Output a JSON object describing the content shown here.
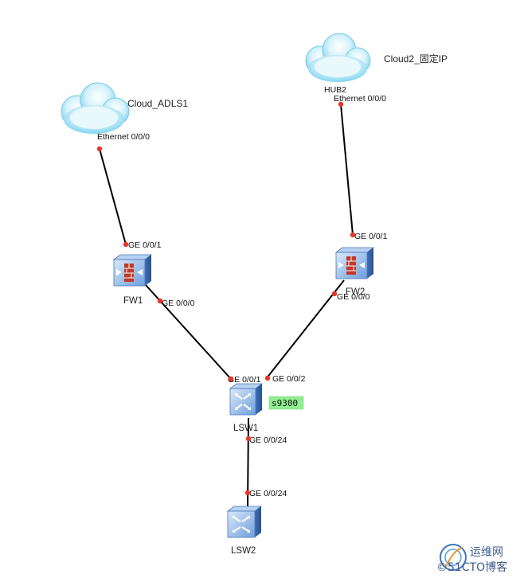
{
  "clouds": {
    "cloud1": {
      "label": "Cloud_ADLS1",
      "port": "Ethernet 0/0/0"
    },
    "cloud2": {
      "label": "Cloud2_固定IP",
      "hidden_label": "HUB2",
      "port": "Ethernet 0/0/0"
    }
  },
  "devices": {
    "fw1": {
      "label": "FW1",
      "port_up": "GE 0/0/1",
      "port_down": "GE 0/0/0"
    },
    "fw2": {
      "label": "FW2",
      "port_up": "GE 0/0/1",
      "port_down": "GE 0/0/0"
    },
    "lsw1": {
      "label": "LSW1",
      "port_left": "GE 0/0/1",
      "port_right": "GE 0/0/2",
      "port_down": "GE 0/0/24",
      "tag": "s9300"
    },
    "lsw2": {
      "label": "LSW2",
      "port_up": "GE 0/0/24"
    }
  },
  "watermark": {
    "title": "运维网",
    "subtitle": "©51CTO博客"
  },
  "colors": {
    "link": "#000000",
    "port_dot": "#e8362b",
    "tag_bg": "#90ee90",
    "device_blue": "#5b8fd6"
  }
}
